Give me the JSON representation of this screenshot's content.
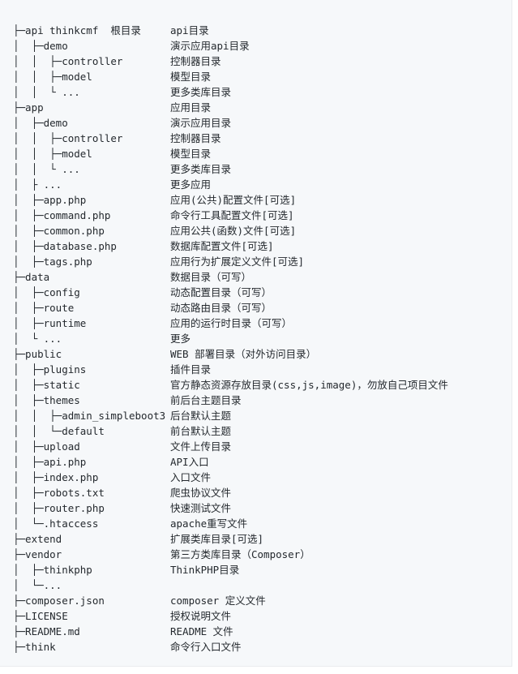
{
  "title": "thinkcmf  根目录",
  "rows": [
    {
      "path": "├─api",
      "desc": "api目录"
    },
    {
      "path": "│  ├─demo",
      "desc": "演示应用api目录"
    },
    {
      "path": "│  │  ├─controller",
      "desc": "控制器目录"
    },
    {
      "path": "│  │  ├─model",
      "desc": "模型目录"
    },
    {
      "path": "│  │  └ ...",
      "desc": "更多类库目录"
    },
    {
      "path": "├─app",
      "desc": "应用目录"
    },
    {
      "path": "│  ├─demo",
      "desc": "演示应用目录"
    },
    {
      "path": "│  │  ├─controller",
      "desc": "控制器目录"
    },
    {
      "path": "│  │  ├─model",
      "desc": "模型目录"
    },
    {
      "path": "│  │  └ ...",
      "desc": "更多类库目录"
    },
    {
      "path": "│  ├ ...",
      "desc": "更多应用"
    },
    {
      "path": "│  ├─app.php",
      "desc": "应用(公共)配置文件[可选]"
    },
    {
      "path": "│  ├─command.php",
      "desc": "命令行工具配置文件[可选]"
    },
    {
      "path": "│  ├─common.php",
      "desc": "应用公共(函数)文件[可选]"
    },
    {
      "path": "│  ├─database.php",
      "desc": "数据库配置文件[可选]"
    },
    {
      "path": "│  ├─tags.php",
      "desc": "应用行为扩展定义文件[可选]"
    },
    {
      "path": "├─data",
      "desc": "数据目录（可写）"
    },
    {
      "path": "│  ├─config",
      "desc": "动态配置目录（可写）"
    },
    {
      "path": "│  ├─route",
      "desc": "动态路由目录（可写）"
    },
    {
      "path": "│  ├─runtime",
      "desc": "应用的运行时目录（可写）"
    },
    {
      "path": "│  └ ...",
      "desc": "更多"
    },
    {
      "path": "├─public",
      "desc": "WEB 部署目录（对外访问目录）"
    },
    {
      "path": "│  ├─plugins",
      "desc": "插件目录"
    },
    {
      "path": "│  ├─static",
      "desc": "官方静态资源存放目录(css,js,image)，勿放自己项目文件"
    },
    {
      "path": "│  ├─themes",
      "desc": "前后台主题目录"
    },
    {
      "path": "│  │  ├─admin_simpleboot3",
      "desc": "后台默认主题"
    },
    {
      "path": "│  │  └─default",
      "desc": "前台默认主题"
    },
    {
      "path": "│  ├─upload",
      "desc": "文件上传目录"
    },
    {
      "path": "│  ├─api.php",
      "desc": "API入口"
    },
    {
      "path": "│  ├─index.php",
      "desc": "入口文件"
    },
    {
      "path": "│  ├─robots.txt",
      "desc": "爬虫协议文件"
    },
    {
      "path": "│  ├─router.php",
      "desc": "快速测试文件"
    },
    {
      "path": "│  └─.htaccess",
      "desc": "apache重写文件"
    },
    {
      "path": "├─extend",
      "desc": "扩展类库目录[可选]"
    },
    {
      "path": "├─vendor",
      "desc": "第三方类库目录（Composer）"
    },
    {
      "path": "│  ├─thinkphp",
      "desc": "ThinkPHP目录"
    },
    {
      "path": "│  └─...",
      "desc": ""
    },
    {
      "path": "├─composer.json",
      "desc": "composer 定义文件"
    },
    {
      "path": "├─LICENSE",
      "desc": "授权说明文件"
    },
    {
      "path": "├─README.md",
      "desc": "README 文件"
    },
    {
      "path": "├─think",
      "desc": "命令行入口文件"
    }
  ]
}
